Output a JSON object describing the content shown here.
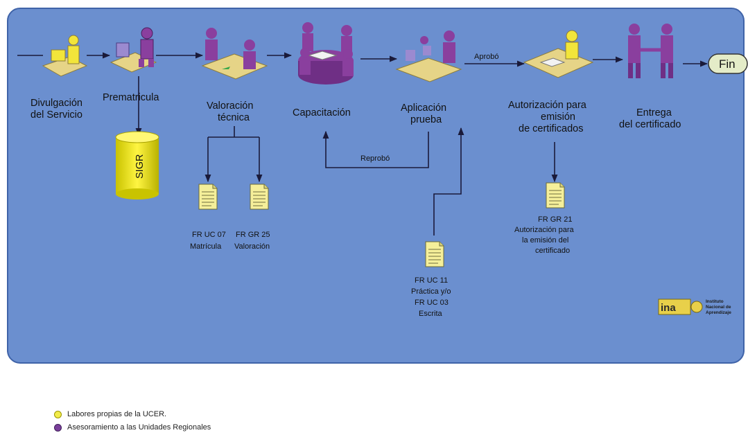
{
  "diagram": {
    "steps": [
      {
        "id": "divulgacion",
        "lines": [
          "Divulgación",
          "del Servicio"
        ]
      },
      {
        "id": "prematricula",
        "lines": [
          "Prematricula"
        ]
      },
      {
        "id": "valoracion",
        "lines": [
          "Valoración",
          "técnica"
        ]
      },
      {
        "id": "capacitacion",
        "lines": [
          "Capacitación"
        ]
      },
      {
        "id": "aplicacion",
        "lines": [
          "Aplicación",
          "prueba"
        ]
      },
      {
        "id": "autorizacion",
        "lines": [
          "Autorización para",
          "emisión",
          "de certificados"
        ]
      },
      {
        "id": "entrega",
        "lines": [
          "Entrega",
          "del certificado"
        ]
      }
    ],
    "end_label": "Fin",
    "database_label": "SIGR",
    "edge_labels": {
      "approved": "Aprobó",
      "failed": "Reprobó"
    },
    "documents": [
      {
        "id": "fr-uc-07",
        "lines": [
          "FR UC 07",
          "Matrícula"
        ]
      },
      {
        "id": "fr-gr-25",
        "lines": [
          "FR GR 25",
          "Valoración"
        ]
      },
      {
        "id": "fr-uc-11",
        "lines": [
          "FR UC 11",
          "Práctica y/o",
          "FR UC 03",
          "Escrita"
        ]
      },
      {
        "id": "fr-gr-21",
        "lines": [
          "FR GR 21",
          "Autorización para",
          "la emisión del",
          "certificado"
        ]
      }
    ],
    "logo": {
      "mark": "ina",
      "lines": [
        "Instituto",
        "Nacional de",
        "Aprendizaje"
      ]
    }
  },
  "legend": [
    {
      "label": "Labores propias de la UCER.",
      "color": "#e8e03a"
    },
    {
      "label": "Asesoramiento a las Unidades Regionales",
      "color": "#7a3f9a"
    }
  ],
  "colors": {
    "panel": "#6b8fcf",
    "user_yellow": "#f2e53a",
    "user_purple": "#8a3f9e",
    "desk": "#e6d487"
  }
}
